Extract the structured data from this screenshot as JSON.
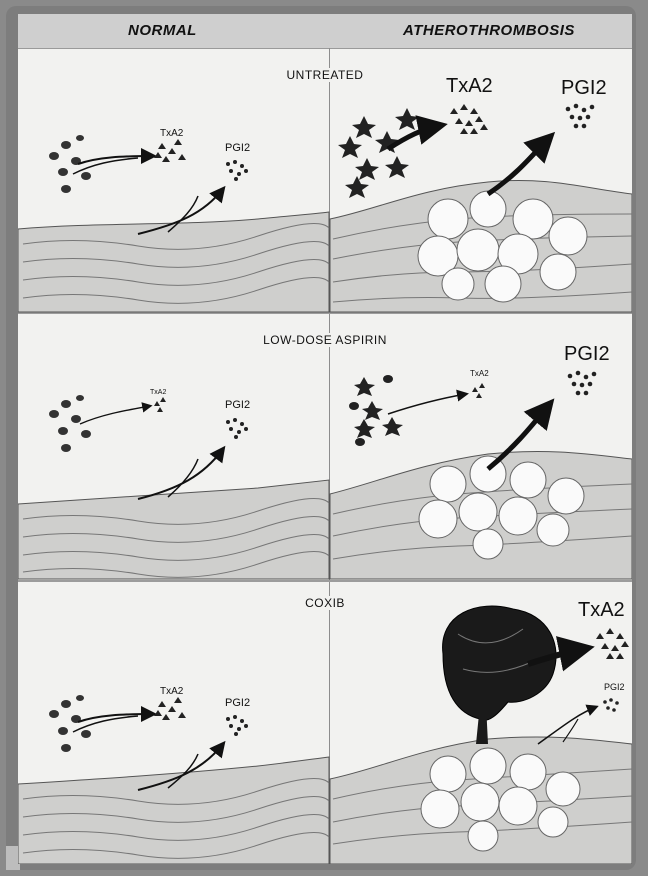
{
  "columns": {
    "left": "NORMAL",
    "right": "ATHEROTHROMBOSIS"
  },
  "rows": [
    {
      "title": "UNTREATED",
      "normal": {
        "txa2": "TxA2",
        "pgi2": "PGI2"
      },
      "athero": {
        "txa2": "TxA2",
        "pgi2": "PGI2"
      }
    },
    {
      "title": "LOW-DOSE ASPIRIN",
      "normal": {
        "txa2": "TxA2",
        "pgi2": "PGI2"
      },
      "athero": {
        "txa2": "TxA2",
        "pgi2": "PGI2"
      }
    },
    {
      "title": "COXIB",
      "normal": {
        "txa2": "TxA2",
        "pgi2": "PGI2"
      },
      "athero": {
        "txa2": "TxA2",
        "pgi2": "PGI2"
      }
    }
  ],
  "colors": {
    "ink": "#111111",
    "tissue": "#cfcfcd",
    "plaque": "#ffffff",
    "thrombus": "#1a1a1a"
  }
}
